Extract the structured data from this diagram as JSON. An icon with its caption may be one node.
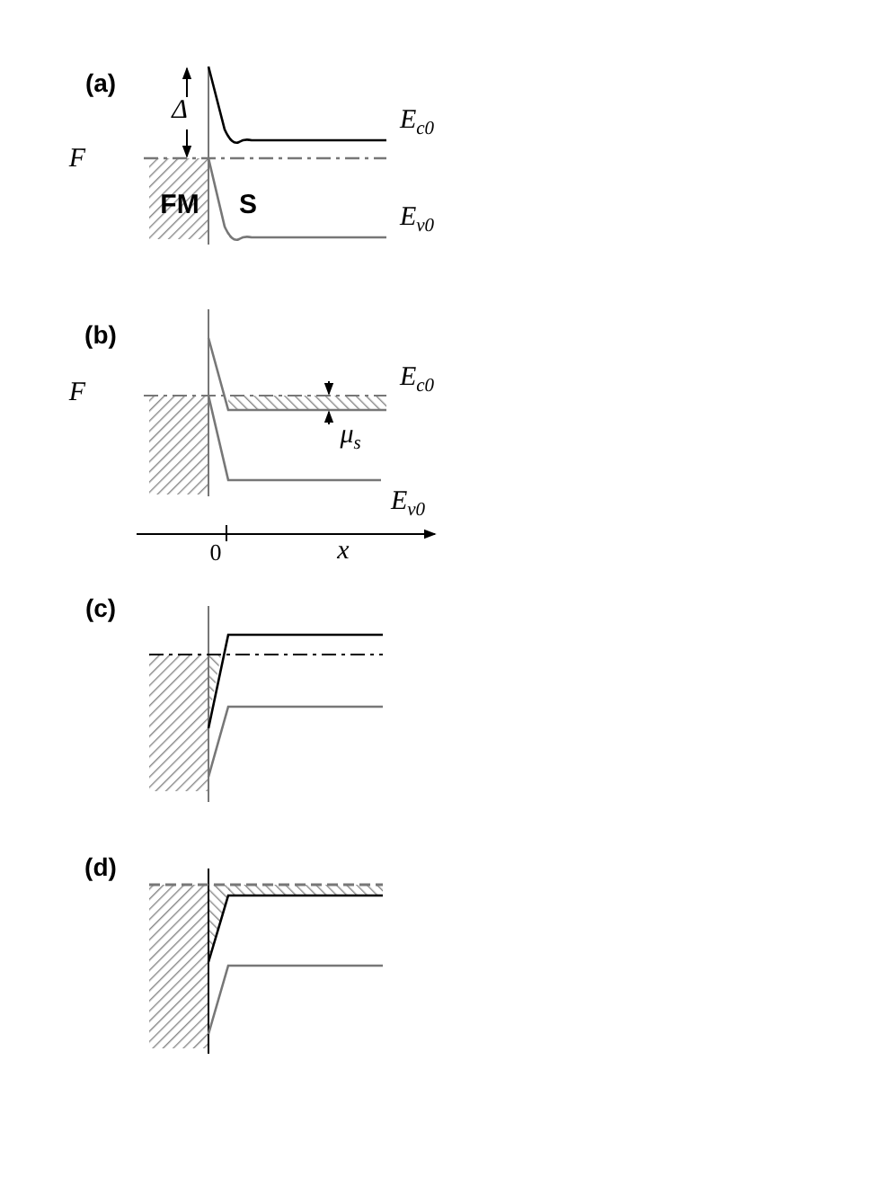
{
  "diagram": {
    "labels": [
      "(a)",
      "Δ",
      "F",
      "E$_{c0}$",
      "FM",
      "S",
      "E$_{v0}$",
      "(b)",
      "F",
      "E$_{c0}$",
      "μ$_{s}$",
      "E$_{v0}$",
      "0",
      "x",
      "(c)",
      "(d)"
    ]
  }
}
